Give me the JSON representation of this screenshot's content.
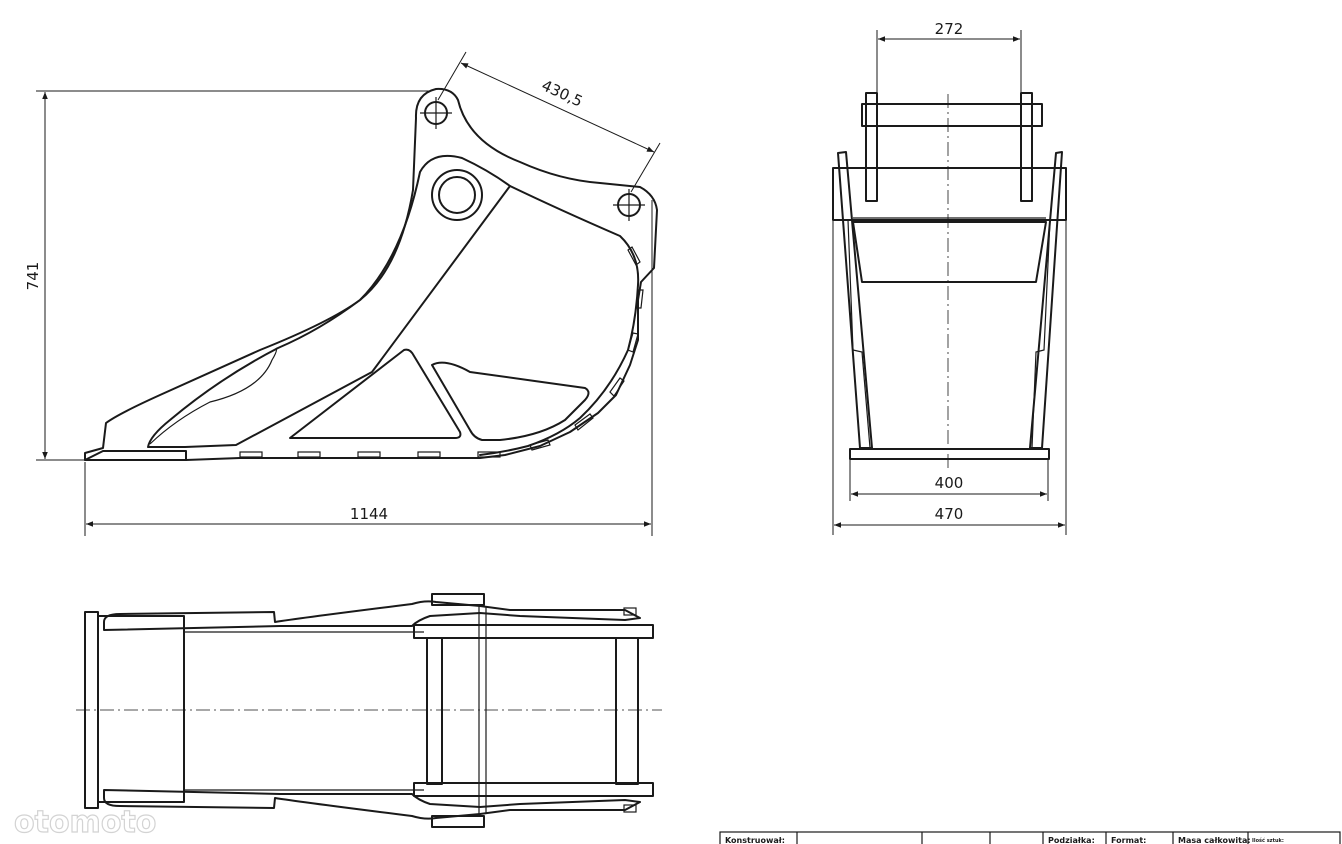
{
  "dimensions": {
    "height": "741",
    "pin_distance": "430,5",
    "length": "1144",
    "pin_spacing": "272",
    "inner_width": "400",
    "outer_width": "470"
  },
  "title_block": {
    "designer_label": "Konstruował:",
    "scale_label": "Podziałka:",
    "format_label": "Format:",
    "total_mass_label": "Masa całkowita:",
    "quantity_label": "Ilość sztuk:"
  },
  "watermark": "otomoto"
}
